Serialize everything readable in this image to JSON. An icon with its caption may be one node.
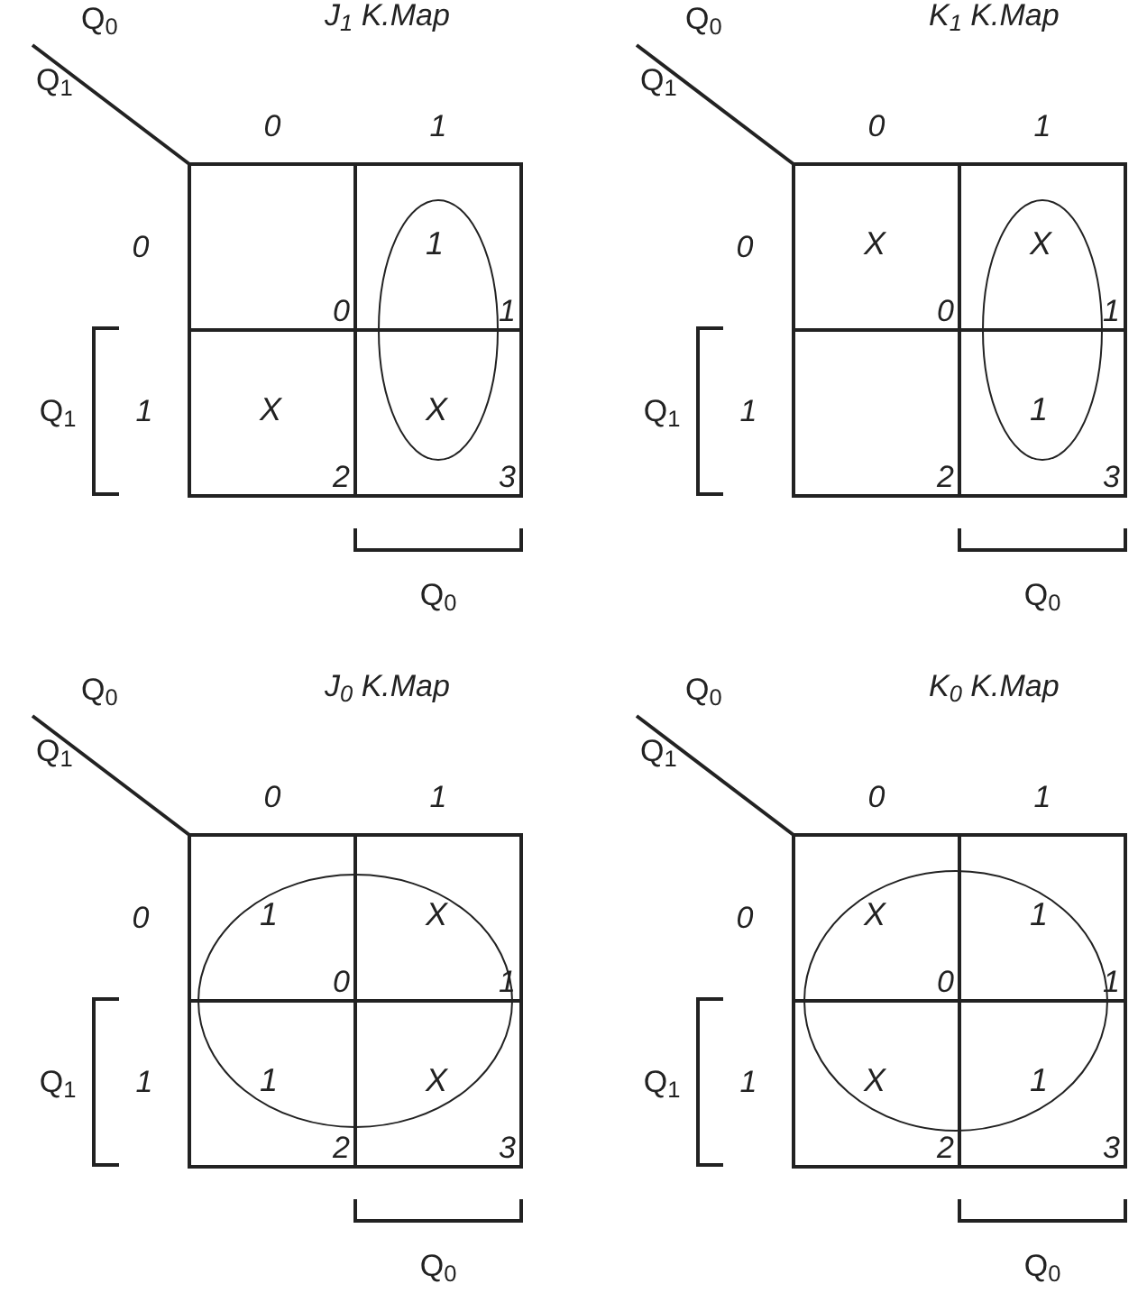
{
  "diagram": {
    "nodes": [
      {
        "text": [
          "J$_{1}$ K.Map"
        ]
      },
      {
        "text": [
          "0"
        ],
        "in": 0
      },
      {
        "text": [
          "1",
          "1"
        ],
        "in": 0
      },
      {
        "text": [
          "X",
          "2"
        ],
        "in": 0
      },
      {
        "text": [
          "X",
          "3"
        ],
        "in": 0
      },
      {
        "text": [
          "K$_{1}$ K.Map"
        ]
      },
      {
        "text": [
          "X",
          "0"
        ],
        "in": 5
      },
      {
        "text": [
          "X",
          "1"
        ],
        "in": 5
      },
      {
        "text": [
          "2"
        ],
        "in": 5
      },
      {
        "text": [
          "1",
          "3"
        ],
        "in": 5
      },
      {
        "text": [
          "J$_{0}$ K.Map"
        ]
      },
      {
        "text": [
          "1",
          "0"
        ],
        "in": 10
      },
      {
        "text": [
          "X",
          "1"
        ],
        "in": 10
      },
      {
        "text": [
          "1",
          "2"
        ],
        "in": 10
      },
      {
        "text": [
          "X",
          "3"
        ],
        "in": 10
      },
      {
        "text": [
          "K$_{0}$ K.Map"
        ]
      },
      {
        "text": [
          "X",
          "0"
        ],
        "in": 15
      },
      {
        "text": [
          "1",
          "1"
        ],
        "in": 15
      },
      {
        "text": [
          "X",
          "2"
        ],
        "in": 15
      },
      {
        "text": [
          "1",
          "3"
        ],
        "in": 15
      }
    ],
    "labels": [
      "Q$_{0}$",
      "Q$_{1}$",
      "0",
      "1",
      "0",
      "Q$_{1}$",
      "1",
      "Q$_{0}$",
      "Q$_{0}$",
      "Q$_{1}$",
      "0",
      "1",
      "0",
      "Q$_{1}$",
      "1",
      "Q$_{0}$",
      "Q$_{0}$",
      "Q$_{1}$",
      "0",
      "1",
      "0",
      "Q$_{1}$",
      "1",
      "Q$_{0}$",
      "Q$_{0}$",
      "Q$_{1}$",
      "0",
      "1",
      "0",
      "Q$_{1}$",
      "1",
      "Q$_{0}$"
    ]
  }
}
